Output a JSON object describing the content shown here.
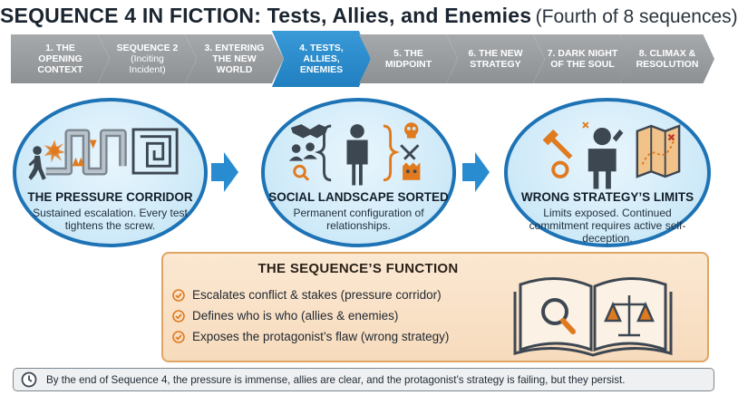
{
  "title": {
    "main": "SEQUENCE 4 IN FICTION: Tests, Allies, and Enemies",
    "sub": "(Fourth of 8 sequences)"
  },
  "sequence": [
    {
      "line1": "1. THE",
      "line2": "OPENING",
      "line3": "CONTEXT"
    },
    {
      "line1": "SEQUENCE 2",
      "line2": "(Inciting",
      "line3": "Incident)"
    },
    {
      "line1": "3. ENTERING",
      "line2": "THE NEW",
      "line3": "WORLD"
    },
    {
      "line1": "4. TESTS,",
      "line2": "ALLIES,",
      "line3": "ENEMIES"
    },
    {
      "line1": "5. THE",
      "line2": "MIDPOINT",
      "line3": ""
    },
    {
      "line1": "6. THE NEW",
      "line2": "STRATEGY",
      "line3": ""
    },
    {
      "line1": "7. DARK NIGHT",
      "line2": "OF THE SOUL",
      "line3": ""
    },
    {
      "line1": "8. CLIMAX &",
      "line2": "RESOLUTION",
      "line3": ""
    }
  ],
  "panels": [
    {
      "title": "THE PRESSURE CORRIDOR",
      "desc": "Sustained escalation. Every test tightens the screw."
    },
    {
      "title": "SOCIAL LANDSCAPE SORTED",
      "desc": "Permanent configuration of relationships."
    },
    {
      "title": "WRONG STRATEGY’S LIMITS",
      "desc": "Limits exposed. Continued commitment requires active self-deception."
    }
  ],
  "function": {
    "title": "THE SEQUENCE’S FUNCTION",
    "items": [
      "Escalates conflict & stakes (pressure corridor)",
      "Defines who is who (allies & enemies)",
      "Exposes the protagonist’s flaw (wrong strategy)"
    ]
  },
  "footer": "By the end of Sequence 4, the pressure is immense, allies are clear, and the protagonist’s strategy is failing, but they persist.",
  "colors": {
    "active_chevron": "#2a8cd0",
    "inactive_chevron": "#9a9ea1",
    "panel_border": "#1e73b5",
    "panel_fill": "#cde9f8",
    "arrow": "#2a8cd0",
    "function_fill": "#f9e1c7",
    "function_border": "#e0a562",
    "icon_dark": "#3d4752",
    "icon_accent": "#e07a1e"
  }
}
